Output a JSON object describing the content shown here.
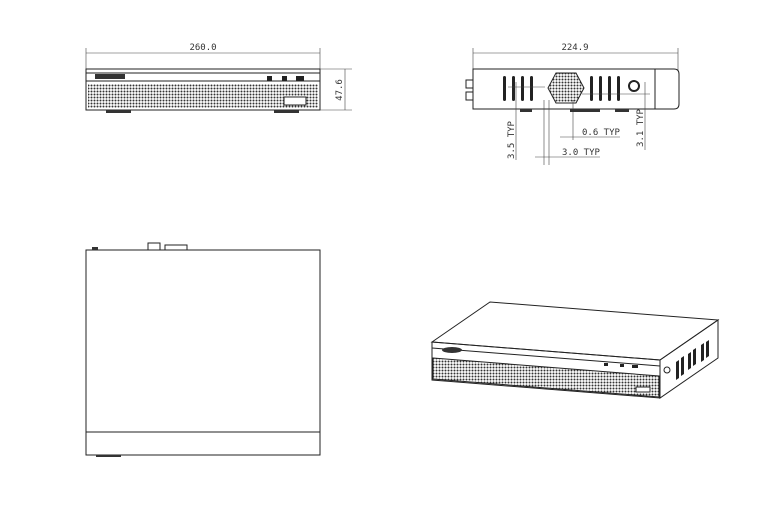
{
  "views": {
    "front": {
      "width_label": "260.0",
      "height_label": "47.6"
    },
    "side": {
      "depth_label": "224.9",
      "dims": [
        "3.5 TYP",
        "0.6 TYP",
        "3.0 TYP",
        "3.1 TYP"
      ]
    },
    "top": {},
    "iso": {}
  }
}
